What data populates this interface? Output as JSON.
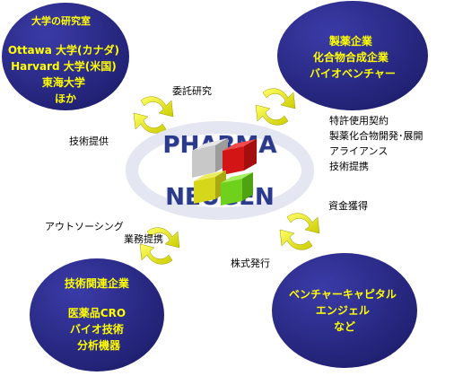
{
  "colors": {
    "circle_fill": "#2a2a8a",
    "circle_text": "#ffff00",
    "arrow_fill": "#e6e600",
    "ring_text": "#2c3a8c",
    "cube_gray": "#c8c8c8",
    "cube_red": "#d41515",
    "cube_yellow": "#d6d61a",
    "cube_green": "#6fd11c"
  },
  "center": {
    "ring_top": "PHARMA",
    "ring_bottom": "NEUGEN"
  },
  "circles": {
    "top_left": {
      "lines": [
        "大学の研究室",
        "",
        "Ottawa 大学(カナダ)",
        "Harvard 大学(米国)",
        "東海大学",
        "ほか"
      ]
    },
    "top_right": {
      "lines": [
        "製薬企業",
        "化合物合成企業",
        "バイオベンチャー"
      ]
    },
    "bottom_left": {
      "lines": [
        "技術関連企業",
        "",
        "医薬品CRO",
        "バイオ技術",
        "分析機器"
      ]
    },
    "bottom_right": {
      "lines": [
        "ベンチャーキャピタル",
        "エンジェル",
        "など"
      ]
    }
  },
  "labels": {
    "itaku": "委託研究",
    "gijutsu_teikyo": "技術提供",
    "partner_block": [
      "特許使用契約",
      "製薬化合物開発･展開",
      "アライアンス",
      "技術提携"
    ],
    "shikin": "資金獲得",
    "kabushiki": "株式発行",
    "outsourcing": "アウトソーシング",
    "gyomu": "業務提携"
  },
  "icons": [
    "cycle-arrow-icon",
    "cube-logo-icon"
  ]
}
